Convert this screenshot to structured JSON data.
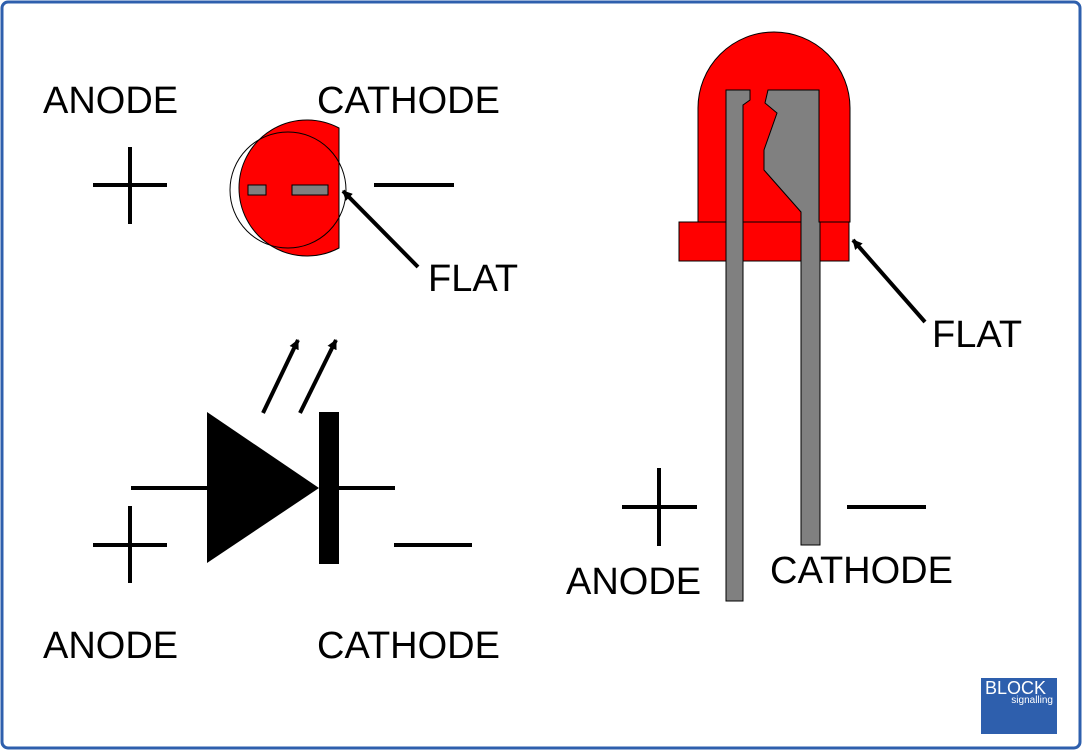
{
  "labels": {
    "top_left_anode": "ANODE",
    "top_left_cathode": "CATHODE",
    "top_flat": "FLAT",
    "bottom_left_anode": "ANODE",
    "bottom_left_cathode": "CATHODE",
    "right_flat": "FLAT",
    "right_anode": "ANODE",
    "right_cathode": "CATHODE"
  },
  "logo": {
    "line1": "BLOCK",
    "line2": "signalling"
  },
  "colors": {
    "led_body": "#ff0000",
    "lead": "#808080",
    "frame_border": "#2e5fad",
    "logo_bg": "#2e5fad"
  }
}
